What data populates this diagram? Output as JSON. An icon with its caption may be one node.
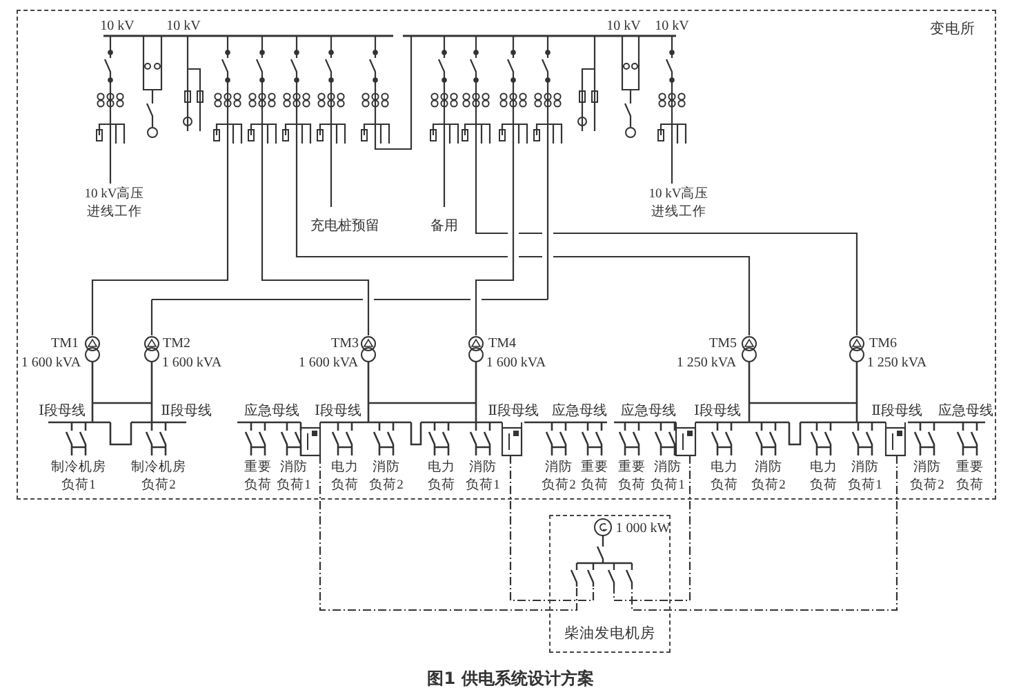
{
  "diagram": {
    "caption": "图1 供电系统设计方案",
    "nodes": [
      {
        "text": [
          "变电所"
        ]
      },
      {
        "text": [],
        "shape": "box",
        "in": 0
      },
      {
        "text": [],
        "shape": "box",
        "in": 0
      },
      {
        "text": [],
        "shape": "box",
        "in": 0
      },
      {
        "text": [],
        "shape": "box",
        "in": 0
      },
      {
        "text": [
          "柴油发电机房"
        ]
      },
      {
        "text": [],
        "shape": "bar",
        "in": 5
      }
    ],
    "edges": [
      {
        "from": 1,
        "to": 6,
        "arrow": "none",
        "style": "dashed"
      },
      {
        "from": 2,
        "to": 6,
        "arrow": "none",
        "style": "dashed"
      },
      {
        "from": 3,
        "to": 6,
        "arrow": "none",
        "style": "dashed"
      },
      {
        "from": 4,
        "to": 6,
        "arrow": "none",
        "style": "dashed"
      }
    ],
    "labels": [
      "10 kV",
      "10 kV",
      "10 kV",
      "10 kV",
      "10 kV高压进线工作",
      "10 kV高压进线工作",
      "充电桩预留",
      "备用",
      "TM1",
      "1 600 kVA",
      "TM2",
      "1 600 kVA",
      "TM3",
      "1 600 kVA",
      "TM4",
      "1 600 kVA",
      "TM5",
      "1 250 kVA",
      "TM6",
      "1 250 kVA",
      "Ⅰ段母线",
      "Ⅱ段母线",
      "应急母线",
      "Ⅰ段母线",
      "Ⅱ段母线",
      "应急母线",
      "应急母线",
      "Ⅰ段母线",
      "Ⅱ段母线",
      "应急母线",
      "制冷机房负荷1",
      "制冷机房负荷2",
      "重要负荷",
      "消防负荷1",
      "电力负荷",
      "消防负荷2",
      "电力负荷",
      "消防负荷1",
      "消防负荷2",
      "重要负荷",
      "重要负荷",
      "消防负荷1",
      "电力负荷",
      "消防负荷2",
      "电力负荷",
      "消防负荷1",
      "消防负荷2",
      "重要负荷",
      "1 000 kW"
    ]
  }
}
